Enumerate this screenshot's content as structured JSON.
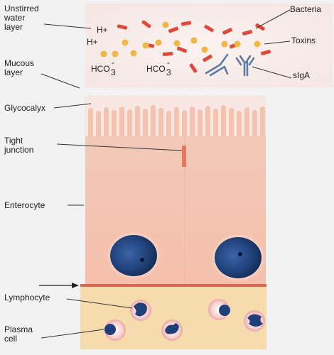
{
  "labels": {
    "unstirred_water_layer": "Unstirred\nwater\nlayer",
    "bacteria": "Bacteria",
    "toxins": "Toxins",
    "siga": "sIgA",
    "mucous_layer": "Mucous\nlayer",
    "glycocalyx": "Glycocalyx",
    "tight_junction": "Tight\njunction",
    "enterocyte": "Enterocyte",
    "lymphocyte": "Lymphocyte",
    "plasma_cell": "Plasma\ncell"
  },
  "ions": {
    "h_plus_1": "H+",
    "h_plus_2": "H+",
    "bicarbonate_1": "HCO",
    "bicarbonate_2": "HCO",
    "subscript": "3",
    "superscript": "-"
  },
  "colors": {
    "background": "#f2f2f2",
    "enterocyte": "#f4c2ad",
    "lamina_propria": "#f6dcad",
    "basement_membrane": "#d86a58",
    "nucleus": "#1f3f78",
    "bacteria": "#e0493a",
    "toxins": "#f0b646",
    "antibody": "#5a79a6"
  }
}
